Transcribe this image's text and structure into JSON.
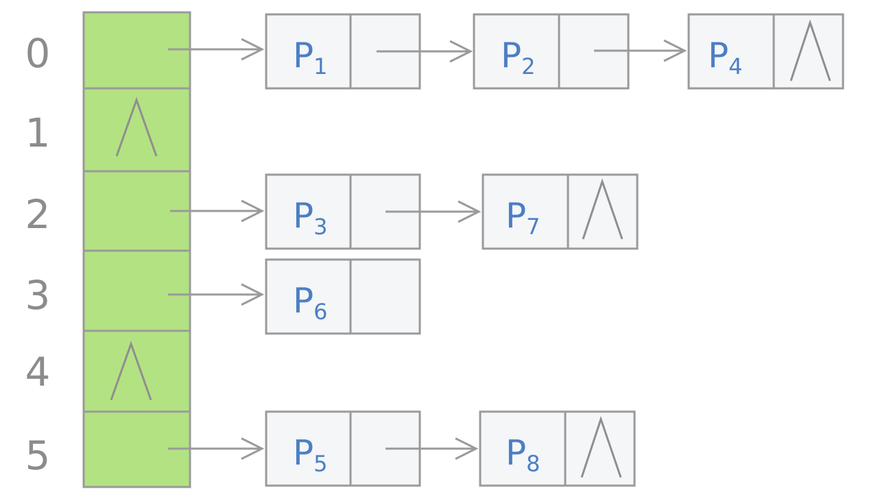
{
  "indices": [
    "0",
    "1",
    "2",
    "3",
    "4",
    "5"
  ],
  "null_symbol": "Λ",
  "colors": {
    "bucket_fill": "#b3e283",
    "node_fill": "#f4f6f8",
    "border": "#9a9a9a",
    "index_text": "#8c8c8c",
    "node_text": "#4c7ec3"
  },
  "lists": [
    {
      "bucket": "0",
      "nodes": [
        {
          "base": "P",
          "sub": "1"
        },
        {
          "base": "P",
          "sub": "2"
        },
        {
          "base": "P",
          "sub": "4"
        }
      ]
    },
    {
      "bucket": "1",
      "nodes": []
    },
    {
      "bucket": "2",
      "nodes": [
        {
          "base": "P",
          "sub": "3"
        },
        {
          "base": "P",
          "sub": "7"
        }
      ]
    },
    {
      "bucket": "3",
      "nodes": [
        {
          "base": "P",
          "sub": "6"
        }
      ]
    },
    {
      "bucket": "4",
      "nodes": []
    },
    {
      "bucket": "5",
      "nodes": [
        {
          "base": "P",
          "sub": "5"
        },
        {
          "base": "P",
          "sub": "8"
        }
      ]
    }
  ]
}
